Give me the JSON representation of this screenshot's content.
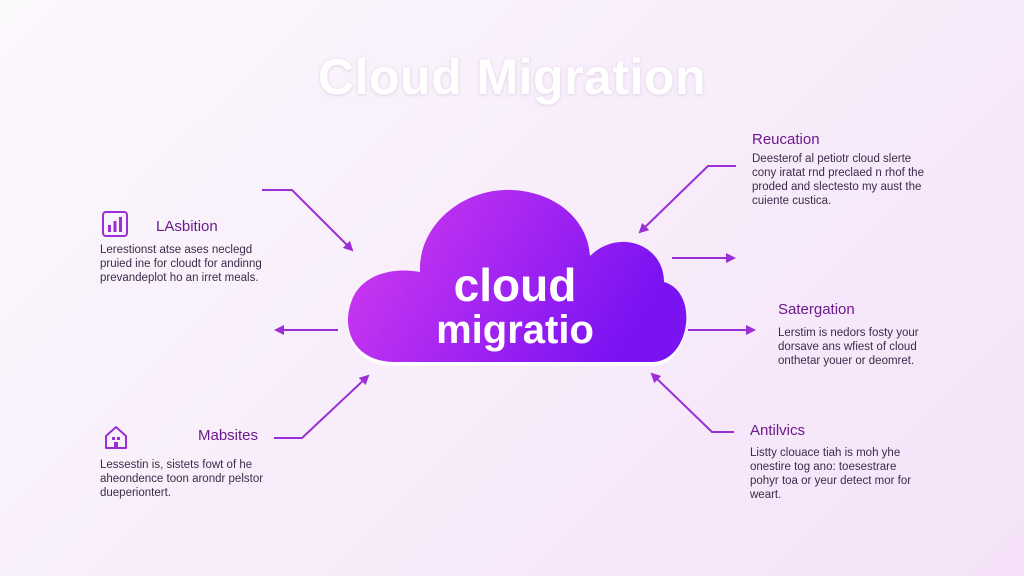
{
  "title": "Cloud Migration",
  "cloud": {
    "line1": "cloud",
    "line2": "migratio"
  },
  "colors": {
    "accent": "#9b2fd6",
    "cloud_start": "#d63cf0",
    "cloud_end": "#7a12f2",
    "heading": "#6b1a8a"
  },
  "nodes": {
    "top_left": {
      "icon": "bar-chart-icon",
      "heading": "LAsbition",
      "lines": [
        "Lerestionst atse ases neclegd",
        "pruied ine for cloudt for andinng",
        "prevandeplot ho an irret meals."
      ]
    },
    "bottom_left": {
      "icon": "house-icon",
      "heading": "Mabsites",
      "lines": [
        "Lessestin is, sistets fowt of he",
        "aheondence toon arondr pelstor",
        "dueperiontert."
      ]
    },
    "top_right": {
      "heading": "Reucation",
      "lines": [
        "Deesterof al petiotr cloud slerte",
        "cony iratat rnd preclaed n rhof the",
        "proded and slectesto my aust the",
        "cuiente custica."
      ]
    },
    "mid_right": {
      "heading": "Satergation",
      "lines": [
        "Lerstim is nedors fosty your",
        "dorsave ans wfiest of cloud",
        "onthetar youer or deomret."
      ]
    },
    "bottom_right": {
      "heading": "Antilvics",
      "lines": [
        "Listty clouace tiah is moh yhe",
        "onestire tog ano: toesestrare",
        "pohyr toa or yeur detect mor for",
        "weart."
      ]
    }
  }
}
